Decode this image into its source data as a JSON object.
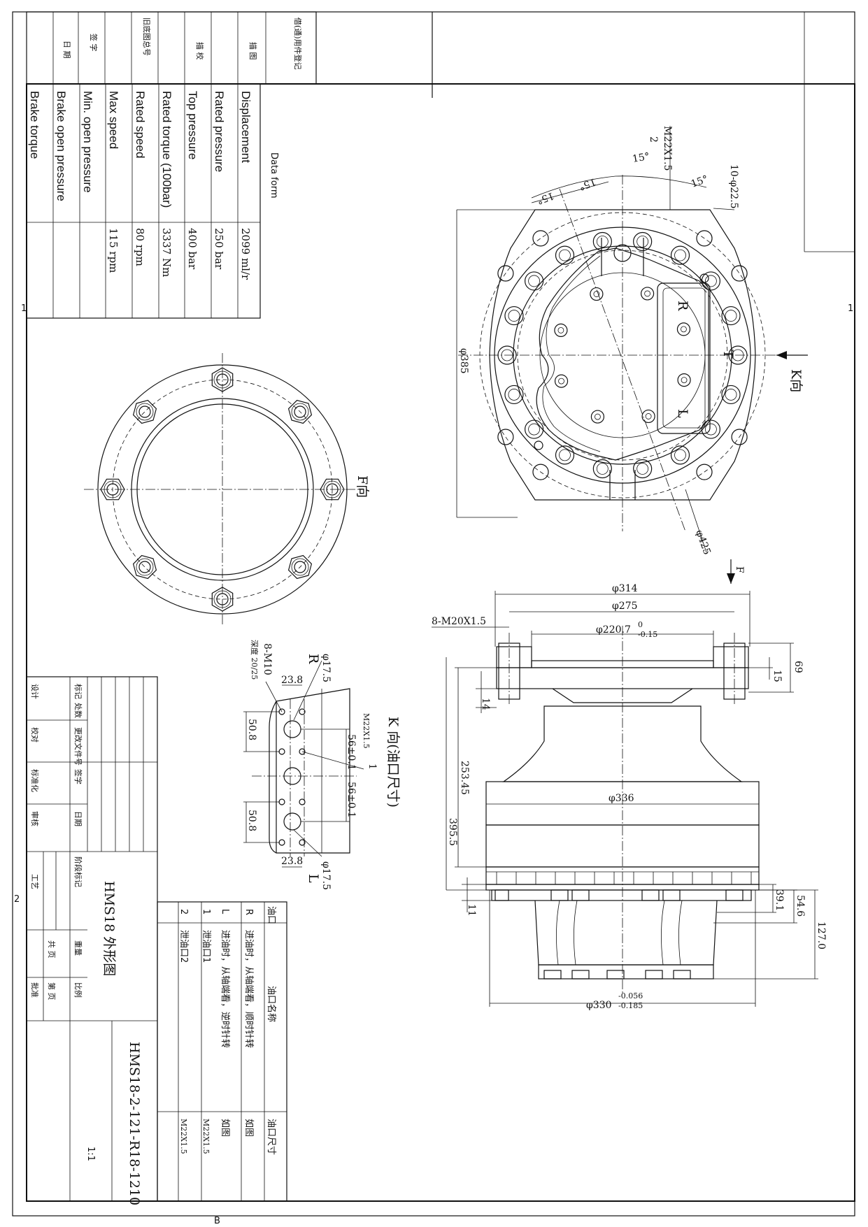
{
  "data_form": {
    "title": "Data form",
    "rows": [
      {
        "label": "Displacement",
        "value": "2099 ml/r"
      },
      {
        "label": "Rated pressure",
        "value": "250 bar"
      },
      {
        "label": "Top pressure",
        "value": "400 bar"
      },
      {
        "label": "Rated torque (100bar)",
        "value": "3337 Nm"
      },
      {
        "label": "Rated speed",
        "value": "80 rpm"
      },
      {
        "label": "Max speed",
        "value": "115 rpm"
      },
      {
        "label": "Min. open pressure",
        "value": ""
      },
      {
        "label": "Brake open pressure",
        "value": ""
      },
      {
        "label": "Brake torque",
        "value": ""
      }
    ]
  },
  "rev_table": {
    "labels": [
      "借(通)用件登记",
      "描 图",
      "描 校",
      "旧底图总号",
      "签 字",
      "日 期"
    ]
  },
  "front_view": {
    "dims": {
      "thread_top": "M22X1.5",
      "port_no": "2",
      "angle_a": "15°",
      "angle_b": "15°",
      "angle_c": "15°",
      "angle_d": "15°",
      "holes": "10-φ22.5",
      "dia_385": "φ385",
      "dia_425": "φ425",
      "port_r": "R",
      "port_t": "T",
      "port_l": "L"
    },
    "view_k": "K向",
    "view_f": "F"
  },
  "f_view": {
    "label": "F向"
  },
  "side_view": {
    "dims": {
      "d314": "φ314",
      "d275": "φ275",
      "bolts": "8-M20X1.5",
      "d220": "φ220.7",
      "d220_up": "0",
      "d220_lo": "-0.15",
      "h69": "69",
      "h15": "15",
      "h14": "14",
      "h253": "253.45",
      "d336": "φ336",
      "h395": "395.5",
      "h11": "11",
      "h39": "39.1",
      "h54": "54.6",
      "h127": "127.0",
      "d330": "φ330",
      "d330_up": "-0.056",
      "d330_lo": "-0.185"
    }
  },
  "k_view": {
    "title": "K 向(油口尺寸)",
    "dims": {
      "m10": "8-M10",
      "depth": "深度 20/25",
      "r": "R",
      "l": "L",
      "d175a": "φ17.5",
      "d175b": "φ17.5",
      "w238a": "23.8",
      "w238b": "23.8",
      "h508a": "50.8",
      "h508b": "50.8",
      "m22": "M22X1.5",
      "s56a": "56±0.1",
      "s56b": "56±0.1",
      "one": "1"
    }
  },
  "port_table": {
    "headers": [
      "油口",
      "油口名称",
      "油口尺寸"
    ],
    "rows": [
      {
        "code": "R",
        "name": "进油时，从轴端看，顺时针转",
        "size": "如图"
      },
      {
        "code": "L",
        "name": "进油时，从轴端看，逆时针转",
        "size": "如图"
      },
      {
        "code": "1",
        "name": "泄油口1",
        "size": "M22X1.5"
      },
      {
        "code": "2",
        "name": "泄油口2",
        "size": "M22X1.5"
      }
    ]
  },
  "title_block": {
    "drawing_title": "HMS18 外形图",
    "drawing_number": "HMS18-2-121-R18-1210",
    "scale": "1:1",
    "cells": [
      "标记",
      "处数",
      "更改文件号",
      "签字",
      "日期",
      "设计",
      "标准化",
      "校对",
      "审核",
      "工艺",
      "批准",
      "阶段标记",
      "重量",
      "比例",
      "共 页",
      "第 页"
    ]
  },
  "frame": {
    "zone_left": "1",
    "zone_right": "1",
    "zone_bottom_left": "2",
    "zone_bottom": "B"
  }
}
